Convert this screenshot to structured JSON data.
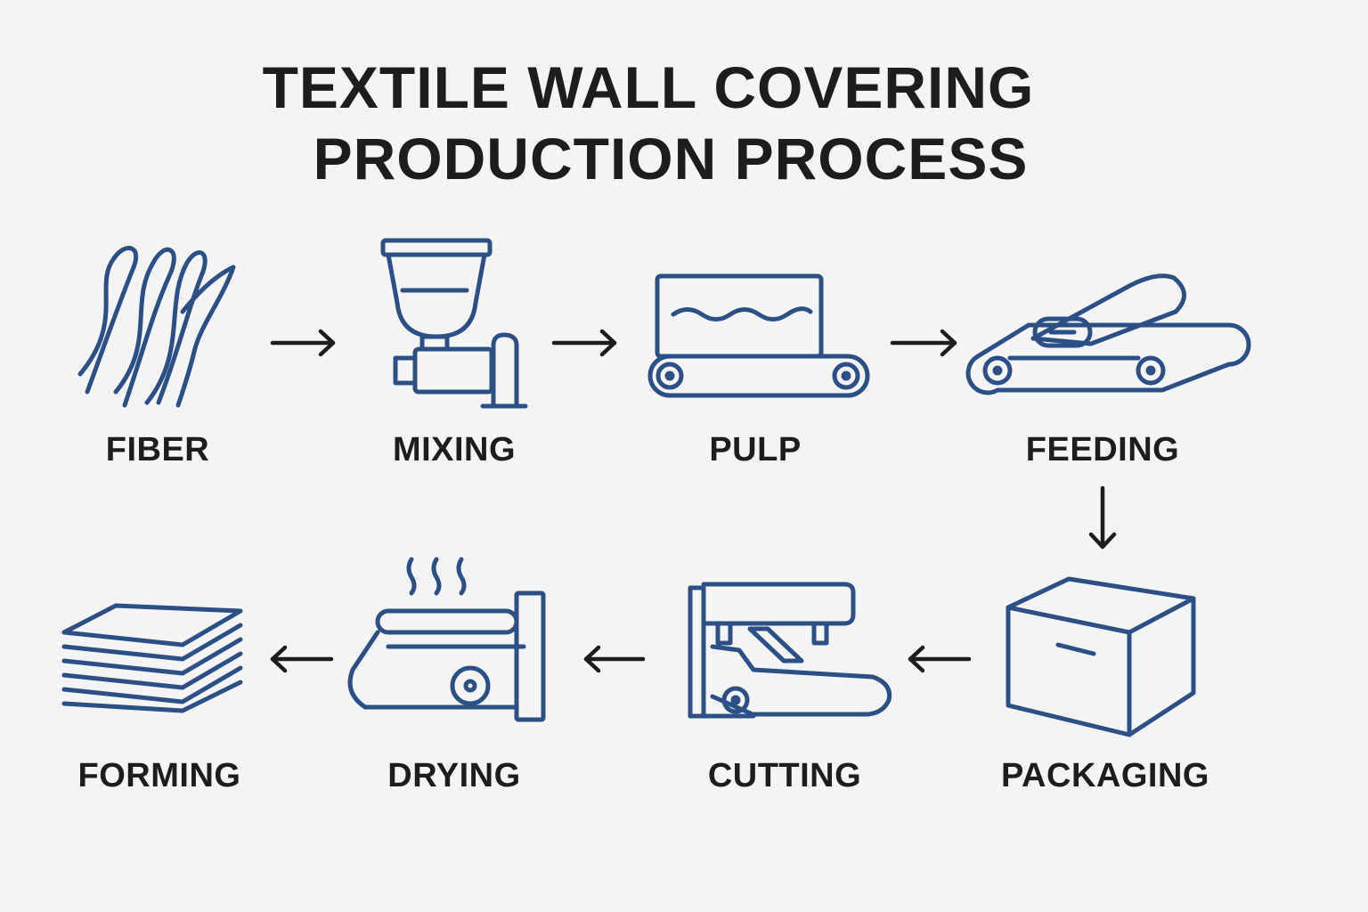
{
  "title": {
    "line1": "TEXTILE WALL COVERING",
    "line2": "PRODUCTION PROCESS"
  },
  "steps": [
    {
      "label": "FIBER",
      "icon": "fiber-icon"
    },
    {
      "label": "MIXING",
      "icon": "mixer-icon"
    },
    {
      "label": "PULP",
      "icon": "pulp-vat-icon"
    },
    {
      "label": "FEEDING",
      "icon": "feeding-rolls-icon"
    },
    {
      "label": "PACKAGING",
      "icon": "box-icon"
    },
    {
      "label": "CUTTING",
      "icon": "cutting-machine-icon"
    },
    {
      "label": "DRYING",
      "icon": "dryer-icon"
    },
    {
      "label": "FORMING",
      "icon": "stacked-sheets-icon"
    }
  ],
  "colors": {
    "icon": "#2c4f86",
    "arrow": "#1d1d1d",
    "text": "#1d1d1d"
  }
}
